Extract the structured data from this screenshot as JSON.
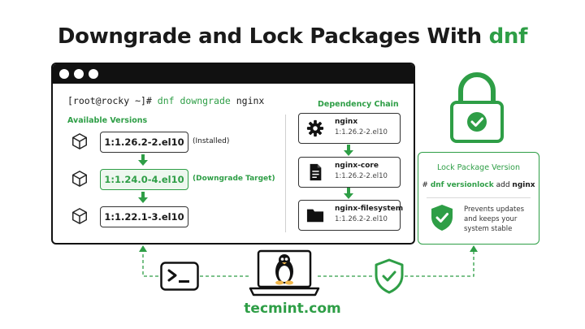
{
  "title": {
    "prefix": "Downgrade and Lock Packages With ",
    "accent": "dnf"
  },
  "terminal": {
    "prompt": "[root@rocky ~]# ",
    "command_keyword": "dnf downgrade",
    "command_arg": " nginx"
  },
  "versions": {
    "heading": "Available Versions",
    "items": [
      {
        "version": "1:1.26.2-2.el10",
        "note": "(Installed)"
      },
      {
        "version": "1:1.24.0-4.el10",
        "note": "(Downgrade Target)"
      },
      {
        "version": "1:1.22.1-3.el10",
        "note": ""
      }
    ]
  },
  "dependency": {
    "heading": "Dependency Chain",
    "items": [
      {
        "name": "nginx",
        "version": "1:1.26.2-2.el10",
        "icon": "gear-icon"
      },
      {
        "name": "nginx-core",
        "version": "1:1.26.2-2.el10",
        "icon": "document-icon"
      },
      {
        "name": "nginx-filesystem",
        "version": "1:1.26.2-2.el10",
        "icon": "folder-icon"
      }
    ]
  },
  "lock_card": {
    "title": "Lock Package Version",
    "cmd_hash": "# ",
    "cmd_keyword": "dnf versionlock",
    "cmd_mid": " add ",
    "cmd_pkg": "nginx",
    "description": "Prevents updates and keeps your system stable"
  },
  "brand": "tecmint.com",
  "colors": {
    "accent": "#2e9e46",
    "dark": "#111111"
  }
}
